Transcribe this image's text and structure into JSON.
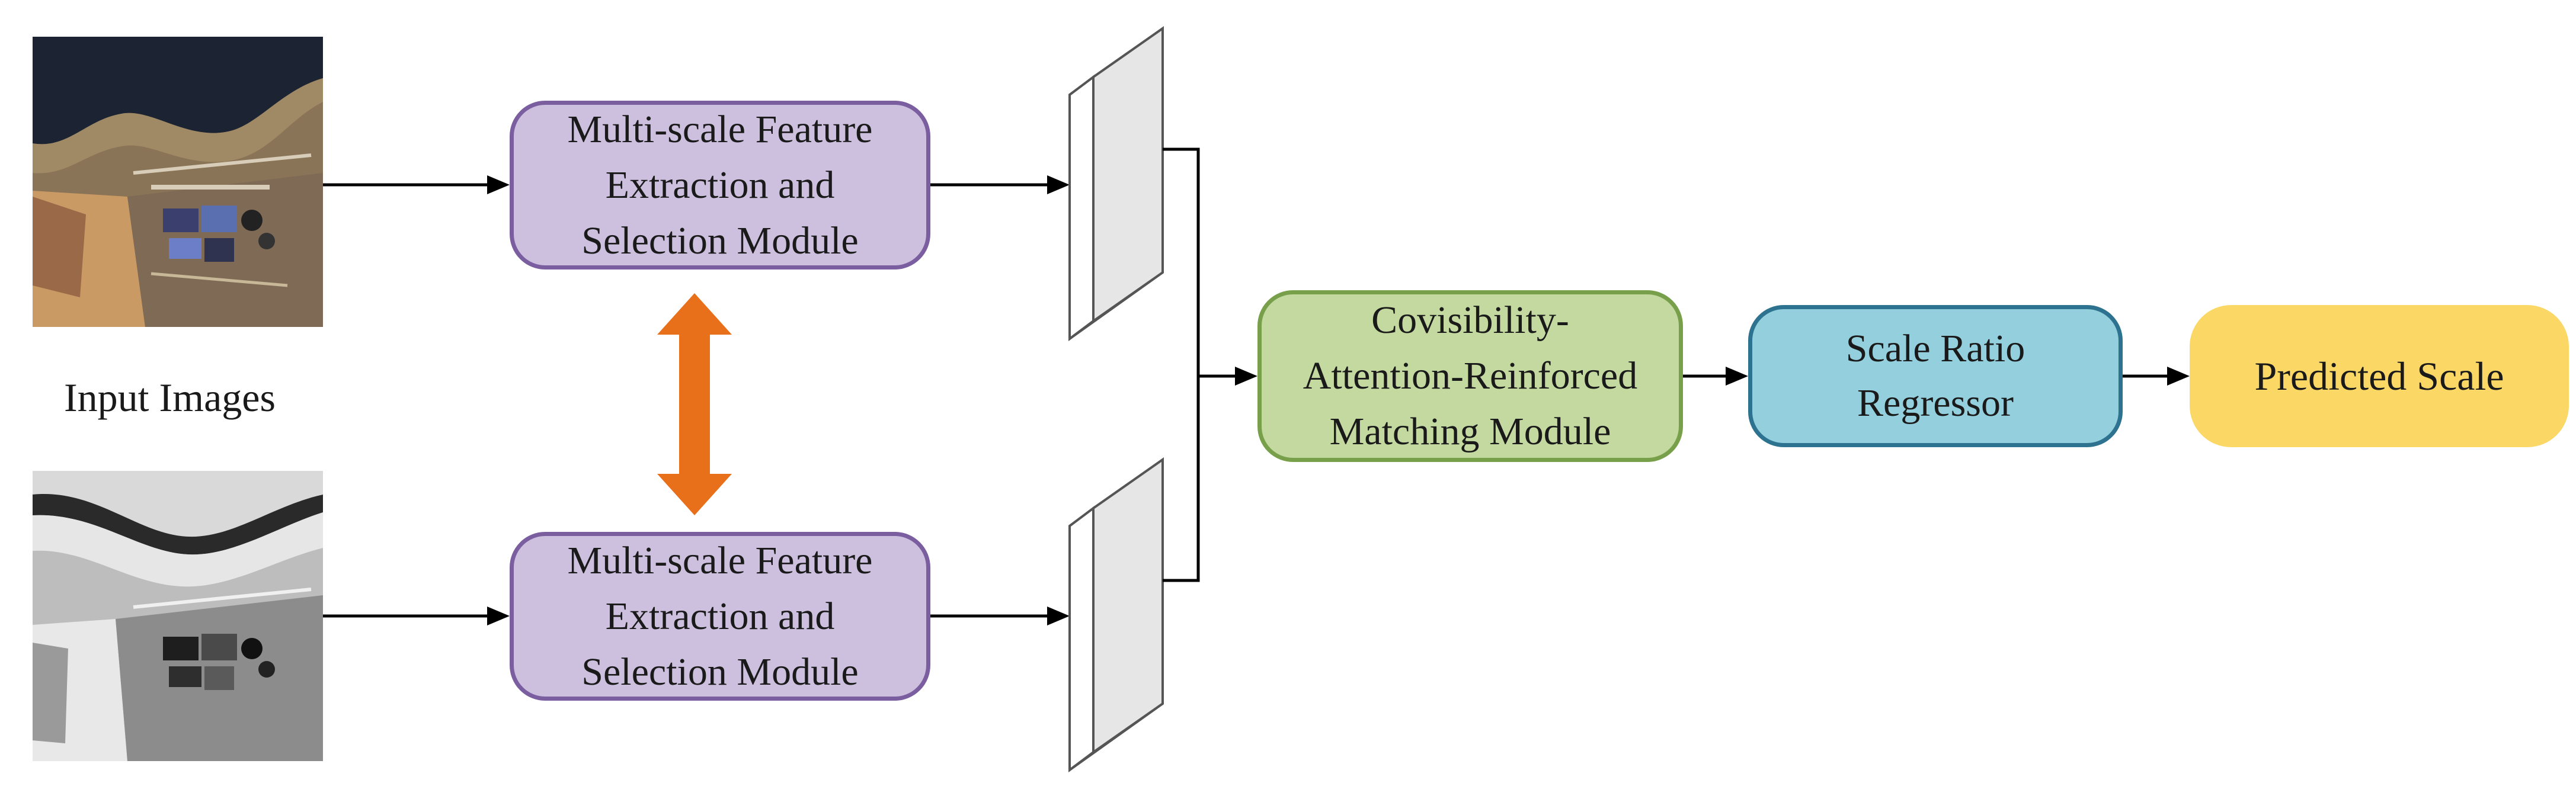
{
  "diagram": {
    "input_label": "Input Images",
    "modules": {
      "extraction_top": "Multi-scale Feature\nExtraction and\nSelection Module",
      "extraction_bottom": "Multi-scale Feature\nExtraction and\nSelection Module",
      "matching": "Covisibility-\nAttention-Reinforced\nMatching Module",
      "regressor": "Scale Ratio\nRegressor",
      "output": "Predicted Scale"
    },
    "colors": {
      "extraction_fill": "#cdc0de",
      "extraction_border": "#7a5ea0",
      "matching_fill": "#c3d9a0",
      "matching_border": "#78a04a",
      "regressor_fill": "#93cfdc",
      "regressor_border": "#2d7390",
      "output_fill": "#fbd766",
      "shared_weights_arrow": "#e8701a",
      "feature_map_fill": "#e6e6e6"
    },
    "images": {
      "top": "color-satellite-image",
      "bottom": "grayscale-satellite-image"
    }
  }
}
